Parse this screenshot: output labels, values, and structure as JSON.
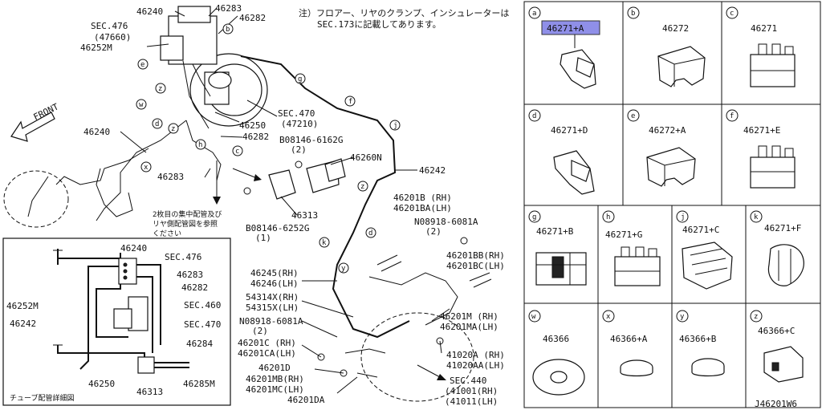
{
  "diagram": {
    "note_line1": "注）フロアー、リヤのクランプ、インシュレーターは",
    "note_line2": "SEC.173に記載してあります。",
    "front_label": "FRONT",
    "code": "J46201W6",
    "tube_detail_caption": "チューブ配管詳細図",
    "second_pipe_note": [
      "2枚目の集中配管及び",
      "リヤ側配管図を参照",
      "ください"
    ],
    "labels": [
      {
        "id": "46240",
        "text": "46240"
      },
      {
        "id": "46283a",
        "text": "46283"
      },
      {
        "id": "46282a",
        "text": "46282"
      },
      {
        "id": "sec476",
        "text": "SEC.476"
      },
      {
        "id": "47660",
        "text": "(47660)"
      },
      {
        "id": "46252M",
        "text": "46252M"
      },
      {
        "id": "sec470",
        "text": "SEC.470"
      },
      {
        "id": "47210",
        "text": "(47210)"
      },
      {
        "id": "46250",
        "text": "46250"
      },
      {
        "id": "46240b",
        "text": "46240"
      },
      {
        "id": "46282b",
        "text": "46282"
      },
      {
        "id": "46283b",
        "text": "46283"
      },
      {
        "id": "bolt1",
        "text": "B08146-6162G"
      },
      {
        "id": "bolt1q",
        "text": "(2)"
      },
      {
        "id": "46260N",
        "text": "46260N"
      },
      {
        "id": "46242",
        "text": "46242"
      },
      {
        "id": "46313",
        "text": "46313"
      },
      {
        "id": "bolt2",
        "text": "B08146-6252G"
      },
      {
        "id": "bolt2q",
        "text": "(1)"
      },
      {
        "id": "46201B",
        "text": "46201B (RH)"
      },
      {
        "id": "46201BA",
        "text": "46201BA(LH)"
      },
      {
        "id": "nut1",
        "text": "N08918-6081A"
      },
      {
        "id": "nut1q",
        "text": "(2)"
      },
      {
        "id": "46201BB",
        "text": "46201BB(RH)"
      },
      {
        "id": "46201BC",
        "text": "46201BC(LH)"
      },
      {
        "id": "46245",
        "text": "46245(RH)"
      },
      {
        "id": "46246",
        "text": "46246(LH)"
      },
      {
        "id": "54314X",
        "text": "54314X(RH)"
      },
      {
        "id": "54315X",
        "text": "54315X(LH)"
      },
      {
        "id": "nut2",
        "text": "N08918-6081A"
      },
      {
        "id": "nut2q",
        "text": "(2)"
      },
      {
        "id": "46201C",
        "text": "46201C (RH)"
      },
      {
        "id": "46201CA",
        "text": "46201CA(LH)"
      },
      {
        "id": "46201D",
        "text": "46201D"
      },
      {
        "id": "46201MB",
        "text": "46201MB(RH)"
      },
      {
        "id": "46201MC",
        "text": "46201MC(LH)"
      },
      {
        "id": "46201DA",
        "text": "46201DA"
      },
      {
        "id": "46201M",
        "text": "46201M (RH)"
      },
      {
        "id": "46201MA",
        "text": "46201MA(LH)"
      },
      {
        "id": "41020A",
        "text": "41020A (RH)"
      },
      {
        "id": "41020AA",
        "text": "41020AA(LH)"
      },
      {
        "id": "sec440",
        "text": "SEC.440"
      },
      {
        "id": "41001",
        "text": "(41001(RH)"
      },
      {
        "id": "41011",
        "text": "(41011(LH)"
      }
    ],
    "inset_labels": [
      {
        "id": "i46240",
        "text": "46240"
      },
      {
        "id": "isec476",
        "text": "SEC.476"
      },
      {
        "id": "i46283",
        "text": "46283"
      },
      {
        "id": "i46282",
        "text": "46282"
      },
      {
        "id": "i46252M",
        "text": "46252M"
      },
      {
        "id": "isec460",
        "text": "SEC.460"
      },
      {
        "id": "i46242",
        "text": "46242"
      },
      {
        "id": "isec470",
        "text": "SEC.470"
      },
      {
        "id": "i46284",
        "text": "46284"
      },
      {
        "id": "i46250",
        "text": "46250"
      },
      {
        "id": "i46313",
        "text": "46313"
      },
      {
        "id": "i46285M",
        "text": "46285M"
      }
    ],
    "callouts": [
      "a",
      "b",
      "c",
      "d",
      "e",
      "f",
      "g",
      "h",
      "j",
      "k",
      "w",
      "x",
      "y",
      "z"
    ],
    "grid_cells": [
      {
        "letter": "a",
        "part": "46271+A",
        "highlighted": true
      },
      {
        "letter": "b",
        "part": "46272"
      },
      {
        "letter": "c",
        "part": "46271"
      },
      {
        "letter": "d",
        "part": "46271+D"
      },
      {
        "letter": "e",
        "part": "46272+A"
      },
      {
        "letter": "f",
        "part": "46271+E"
      },
      {
        "letter": "g",
        "part": "46271+B"
      },
      {
        "letter": "h",
        "part": "46271+G"
      },
      {
        "letter": "j",
        "part": "46271+C"
      },
      {
        "letter": "k",
        "part": "46271+F"
      },
      {
        "letter": "w",
        "part": "46366"
      },
      {
        "letter": "x",
        "part": "46366+A"
      },
      {
        "letter": "y",
        "part": "46366+B"
      },
      {
        "letter": "z",
        "part": "46366+C"
      }
    ],
    "highlight_color": "#8f8fe8"
  }
}
